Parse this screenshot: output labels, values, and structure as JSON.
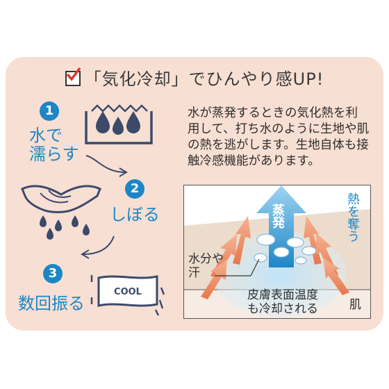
{
  "title": "「気化冷却」でひんやり感UP!",
  "steps": [
    {
      "num": "1",
      "label_line1": "水で",
      "label_line2": "濡らす"
    },
    {
      "num": "2",
      "label": "しぼる"
    },
    {
      "num": "3",
      "label": "数回振る"
    }
  ],
  "cool_label": "COOL",
  "description": "水が蒸発するときの気化熱を利用して、打ち水のように生地や肌の熱を逃がします。生地自体も接触冷感機能があります。",
  "diagram": {
    "evaporation": "蒸発",
    "steal_heat": "熱を奪う",
    "moisture_line1": "水分や",
    "moisture_line2": "汗",
    "skin_cooled_line1": "皮膚表面温度",
    "skin_cooled_line2": "も冷却される",
    "skin": "肌"
  },
  "colors": {
    "background_card": "#f8dfd3",
    "accent_blue": "#1c86c6",
    "icon_navy": "#3b4a6b",
    "heat_arrow": "#e8764a"
  }
}
